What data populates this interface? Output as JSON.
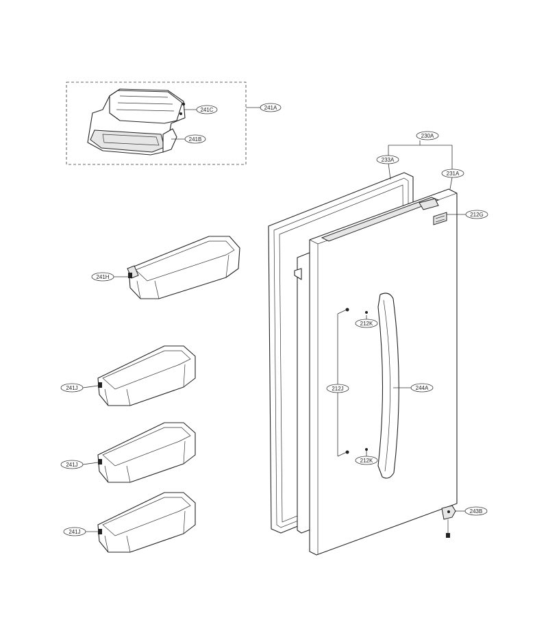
{
  "callouts": {
    "c241A": "241A",
    "c241B": "241B",
    "c241C": "241C",
    "c241H": "241H",
    "c241J_1": "241J",
    "c241J_2": "241J",
    "c241J_3": "241J",
    "c230A": "230A",
    "c233A": "233A",
    "c231A": "231A",
    "c212G": "212G",
    "c212K_1": "212K",
    "c212K_2": "212K",
    "c212J": "212J",
    "c244A": "244A",
    "c243B": "243B"
  },
  "colors": {
    "line": "#222222",
    "background": "#ffffff"
  }
}
